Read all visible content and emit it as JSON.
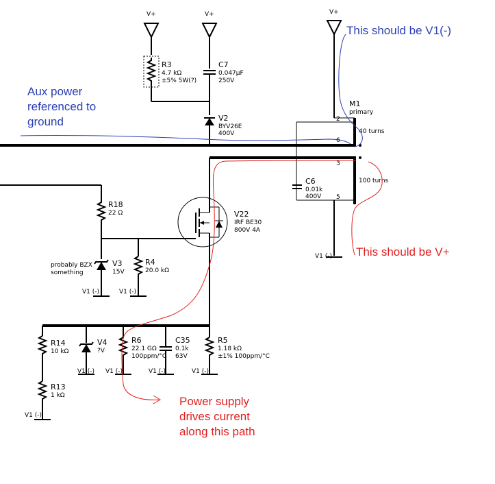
{
  "colors": {
    "blue_annotation": "#2b3fb3",
    "red_annotation": "#e02020",
    "wire": "#000000"
  },
  "supply": {
    "vplus": "V+",
    "vminus": "V1 (-)"
  },
  "components": {
    "r3": {
      "ref": "R3",
      "value": "4.7 kΩ",
      "spec": "±5% 5W(?)"
    },
    "c7": {
      "ref": "C7",
      "value": "0.047µF",
      "spec": "250V"
    },
    "v2": {
      "ref": "V2",
      "value": "BYV26E",
      "spec": "400V"
    },
    "m1": {
      "ref": "M1",
      "value": "primary",
      "turns_primary": "40 turns",
      "turns_secondary": "100 turns",
      "pin2": "2",
      "pin6": "6",
      "pin3": "3",
      "pin5": "5"
    },
    "c6": {
      "ref": "C6",
      "value": "0.01k",
      "spec": "400V"
    },
    "r18": {
      "ref": "R18",
      "value": "22 Ω"
    },
    "v22": {
      "ref": "V22",
      "value": "IRF BE30",
      "spec": "800V 4A"
    },
    "v3": {
      "ref": "V3",
      "value": "15V",
      "note1": "probably BZX",
      "note2": "something"
    },
    "r4": {
      "ref": "R4",
      "value": "20.0 kΩ"
    },
    "r14": {
      "ref": "R14",
      "value": "10 kΩ"
    },
    "v4": {
      "ref": "V4",
      "value": "?V"
    },
    "r6": {
      "ref": "R6",
      "value": "22.1 GΩ",
      "spec": "100ppm/°C"
    },
    "c35": {
      "ref": "C35",
      "value": "0.1k",
      "spec": "63V"
    },
    "r5": {
      "ref": "R5",
      "value": "1.18 kΩ",
      "spec": "±1%  100ppm/°C"
    },
    "r13": {
      "ref": "R13",
      "value": "1 kΩ"
    }
  },
  "annotations": {
    "v1_minus": "This should be V1(-)",
    "aux_line1": "Aux power",
    "aux_line2": "referenced to",
    "aux_line3": "ground",
    "v_plus": "This should be V+",
    "path_line1": "Power supply",
    "path_line2": "drives current",
    "path_line3": "along this path"
  }
}
